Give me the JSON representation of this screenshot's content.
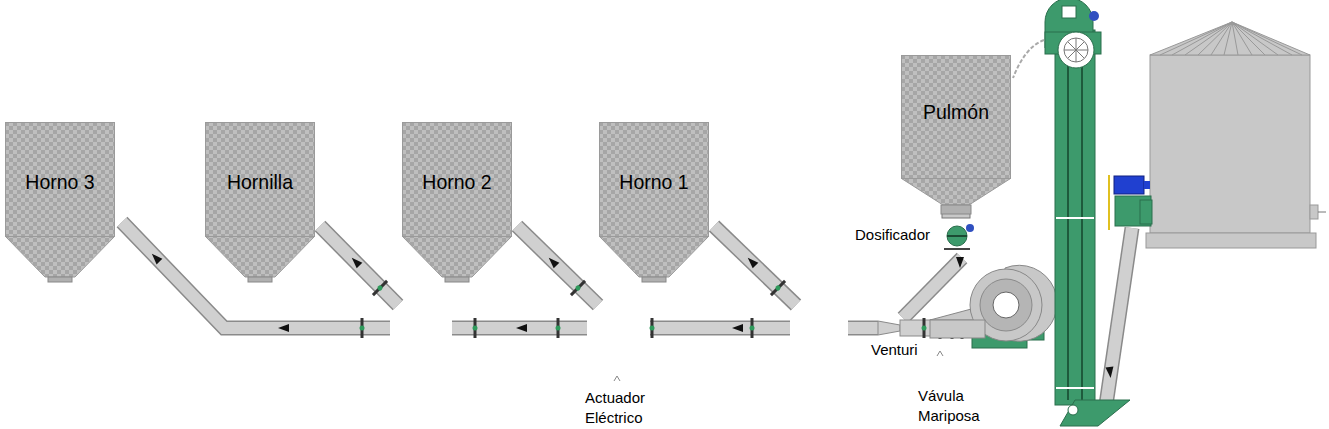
{
  "diagram": {
    "nodes": [
      {
        "text": [
          "Horno 3"
        ]
      },
      {
        "text": [
          "Hornilla"
        ]
      },
      {
        "text": [
          "Horno 2"
        ]
      },
      {
        "text": [
          "Horno 1"
        ]
      },
      {
        "text": [
          "Pulmón"
        ]
      }
    ],
    "labels": [
      "Dosificador",
      "Venturi",
      "Actuador Eléctrico",
      "Vávula Mariposa"
    ]
  }
}
